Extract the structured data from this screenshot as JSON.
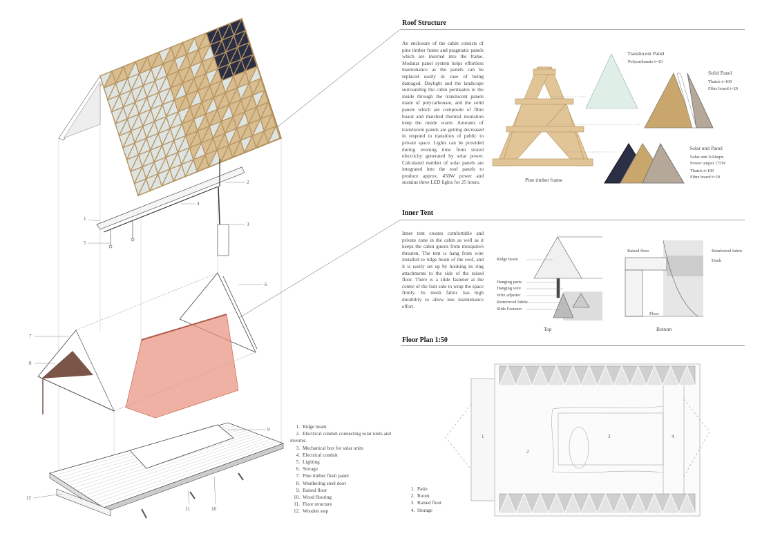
{
  "roof_structure": {
    "title": "Roof Structure",
    "text": "An enclosure of the cabin consists of pine timber frame and pragmatic panels which are inserted into the frame. Modular panel system helps effortless maintenance as the panels can be replaced easily in case of being damaged. Daylight and the landscape surrounding the cabin permeates to the inside through the translucent panels made of polycarbonate, and the solid panels which are composite of fibre board and thatched thermal insulation keep the inside warm. Amounts of translucent panels are getting decreased in respond to transition of public to private space. Lights can be provided during evening time from stored electricity generated by solar power. Calculated number of solar panels are integrated into the roof panels to produce approx. 450W power and sustains three LED lights for 25 hours.",
    "frame_caption": "Pine timber frame",
    "translucent": {
      "title": "Translucent Panel",
      "spec": "Polycarbonate t=10"
    },
    "solid": {
      "title": "Solid Panel",
      "spec1": "Thatch t=100",
      "spec2": "Fibre board t=20"
    },
    "solar": {
      "title": "Solar unit Panel",
      "spec1": "Solar unit 0.04sqm",
      "spec2": "Power output 175W",
      "spec3": "Thatch t=100",
      "spec4": "Fibre board t=20"
    }
  },
  "inner_tent": {
    "title": "Inner Tent",
    "text": "Inner tent creates comfortable and private zone in the cabin as well as it keeps the cabin guests from mosquito's threaten. The tent is hang from wire installed to ridge beam of the roof, and it is easily set up by hooking its ring attachments to the side of the raised floor. There is a slide fastener at the centre of the font side to wrap the space firmly. Its mesh fabric has high durability to allow less maintenance effort.",
    "top": {
      "caption": "Top",
      "labels": [
        "Ridge beam",
        "Hanging parts",
        "Hanging wire",
        "Wire adjuster",
        "Reinforced fabric",
        "Slide Fastener"
      ]
    },
    "bottom": {
      "caption": "Bottom",
      "labels": [
        "Raised floor",
        "Reinforced fabric",
        "Hook",
        "Floor"
      ]
    }
  },
  "floor_plan": {
    "title": "Floor Plan 1:50",
    "zones": [
      "1",
      "2",
      "3",
      "4"
    ],
    "legend": [
      {
        "n": "1.",
        "label": "Patio"
      },
      {
        "n": "2.",
        "label": "Room"
      },
      {
        "n": "3.",
        "label": "Raised floor"
      },
      {
        "n": "4.",
        "label": "Storage"
      }
    ]
  },
  "axonometric": {
    "callouts": [
      "1",
      "2",
      "3",
      "4",
      "5",
      "6",
      "7",
      "8",
      "9",
      "10",
      "11",
      "12"
    ],
    "legend": [
      {
        "n": "1.",
        "label": "Ridge beam"
      },
      {
        "n": "2.",
        "label": "Electrical conduit connecting solar units and inverter."
      },
      {
        "n": "3.",
        "label": "Mechanical box for solar units"
      },
      {
        "n": "4.",
        "label": "Electrical conduit"
      },
      {
        "n": "5.",
        "label": "Lighting"
      },
      {
        "n": "6.",
        "label": "Storage"
      },
      {
        "n": "7.",
        "label": "Pine timber flush panel"
      },
      {
        "n": "8.",
        "label": "Weathering steel door"
      },
      {
        "n": "9.",
        "label": "Raised floor"
      },
      {
        "n": "10.",
        "label": "Wood flooring"
      },
      {
        "n": "11.",
        "label": "Floor structure"
      },
      {
        "n": "12.",
        "label": "Wooden step"
      }
    ]
  },
  "colors": {
    "timber": "#d9b77f",
    "tent": "#e8907c",
    "door": "#7a5548",
    "solar": "#2b2f45",
    "translucent": "#dfeee6"
  }
}
